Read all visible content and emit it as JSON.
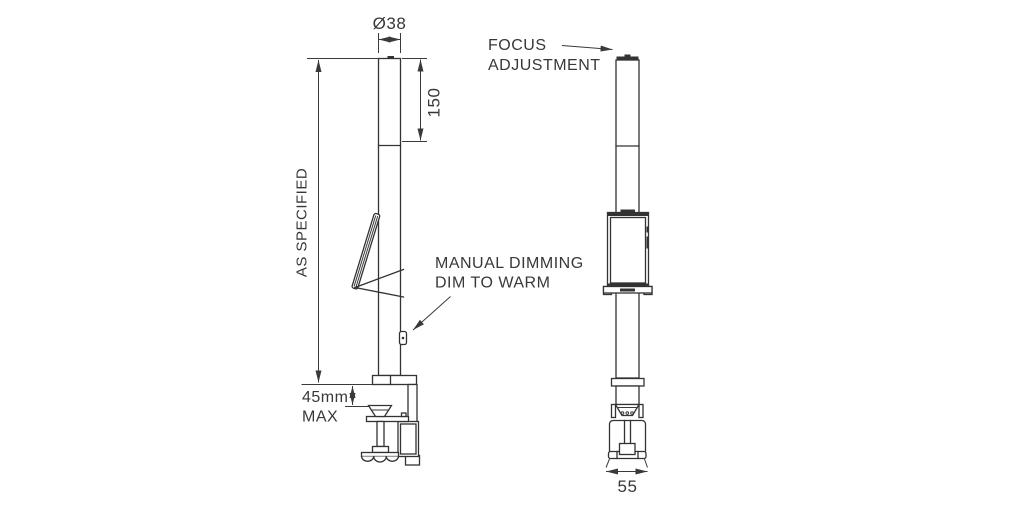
{
  "drawing": {
    "labels": {
      "diameter": "Ø38",
      "focus_line1": "FOCUS",
      "focus_line2": "ADJUSTMENT",
      "focus_length": "150",
      "pole_height": "AS SPECIFIED",
      "dimming_line1": "MANUAL DIMMING",
      "dimming_line2": "DIM TO WARM",
      "clamp_capacity_value": "45mm",
      "clamp_capacity_qualifier": "MAX",
      "base_width": "55"
    },
    "colors": {
      "line": "#333333",
      "text": "#383838",
      "background": "#ffffff"
    }
  }
}
